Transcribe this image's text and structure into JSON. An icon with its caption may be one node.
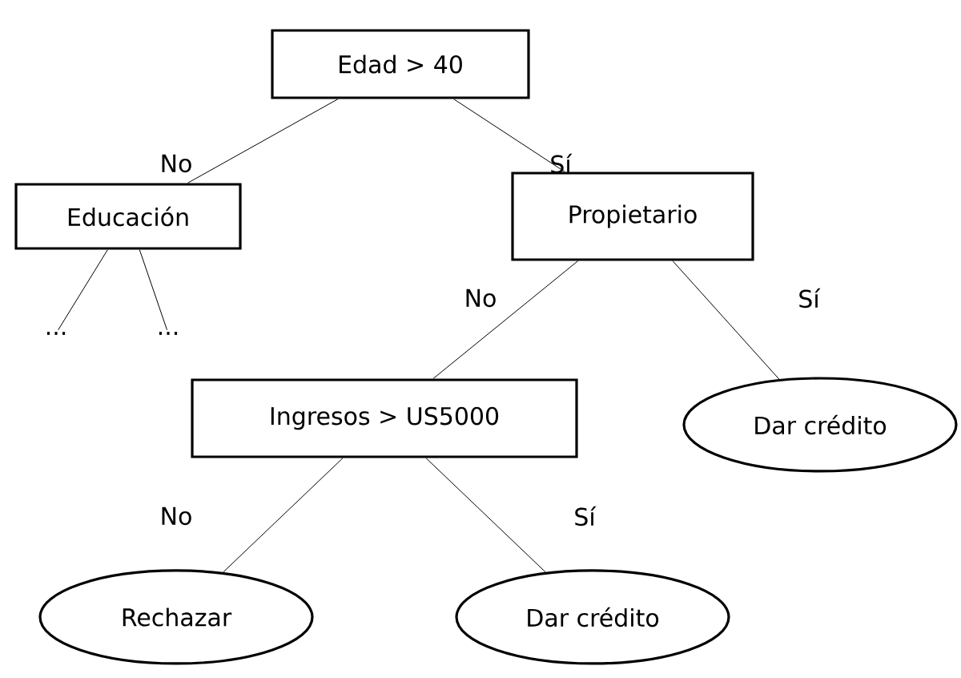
{
  "diagram": {
    "nodes": [
      {
        "text": [
          "Edad > 40"
        ]
      },
      {
        "text": [
          "Educación"
        ]
      },
      {
        "text": [
          "Propietario"
        ]
      },
      {
        "text": [
          "..."
        ]
      },
      {
        "text": [
          "..."
        ]
      },
      {
        "text": [
          "Ingresos > US5000"
        ]
      },
      {
        "text": [
          "Dar crédito"
        ]
      },
      {
        "text": [
          "Rechazar"
        ]
      },
      {
        "text": [
          "Dar crédito"
        ]
      }
    ],
    "edges": [
      {
        "from": 0,
        "to": 1,
        "arrow": "none",
        "label": "No"
      },
      {
        "from": 0,
        "to": 2,
        "arrow": "none",
        "label": "Sí"
      },
      {
        "from": 1,
        "to": 3,
        "arrow": "none"
      },
      {
        "from": 1,
        "to": 4,
        "arrow": "none"
      },
      {
        "from": 2,
        "to": 5,
        "arrow": "none",
        "label": "No"
      },
      {
        "from": 2,
        "to": 6,
        "arrow": "none",
        "label": "Sí"
      },
      {
        "from": 5,
        "to": 7,
        "arrow": "none",
        "label": "No"
      },
      {
        "from": 5,
        "to": 8,
        "arrow": "none",
        "label": "Sí"
      }
    ]
  }
}
